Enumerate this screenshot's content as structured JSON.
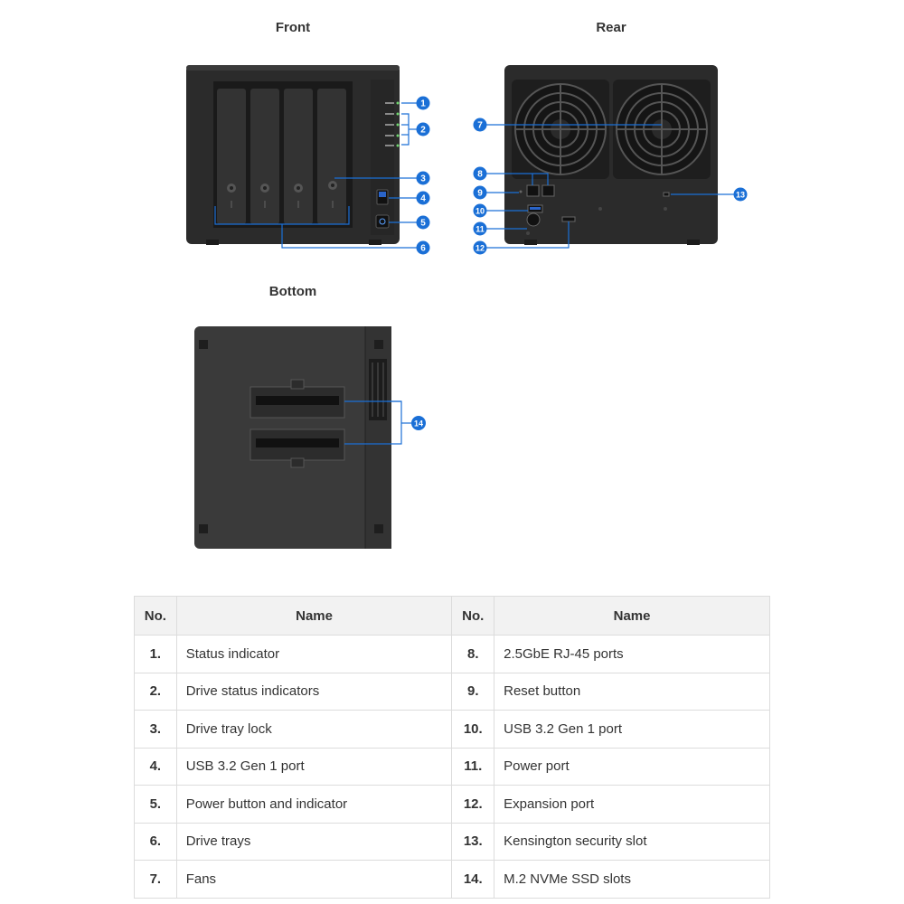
{
  "views": {
    "front": "Front",
    "rear": "Rear",
    "bottom": "Bottom"
  },
  "colors": {
    "callout": "#1a6fd6",
    "device": "#2b2b2b",
    "accent_line": "#1a6fd6"
  },
  "callouts": [
    "1",
    "2",
    "3",
    "4",
    "5",
    "6",
    "7",
    "8",
    "9",
    "10",
    "11",
    "12",
    "13",
    "14"
  ],
  "table": {
    "headers": {
      "no": "No.",
      "name": "Name"
    },
    "rows": [
      {
        "left_no": "1.",
        "left_name": "Status indicator",
        "right_no": "8.",
        "right_name": "2.5GbE RJ-45 ports"
      },
      {
        "left_no": "2.",
        "left_name": "Drive status indicators",
        "right_no": "9.",
        "right_name": "Reset button"
      },
      {
        "left_no": "3.",
        "left_name": "Drive tray lock",
        "right_no": "10.",
        "right_name": "USB 3.2 Gen 1 port"
      },
      {
        "left_no": "4.",
        "left_name": "USB 3.2 Gen 1 port",
        "right_no": "11.",
        "right_name": "Power port"
      },
      {
        "left_no": "5.",
        "left_name": "Power button and indicator",
        "right_no": "12.",
        "right_name": "Expansion port"
      },
      {
        "left_no": "6.",
        "left_name": "Drive trays",
        "right_no": "13.",
        "right_name": "Kensington security slot"
      },
      {
        "left_no": "7.",
        "left_name": "Fans",
        "right_no": "14.",
        "right_name": "M.2 NVMe SSD slots"
      }
    ]
  }
}
